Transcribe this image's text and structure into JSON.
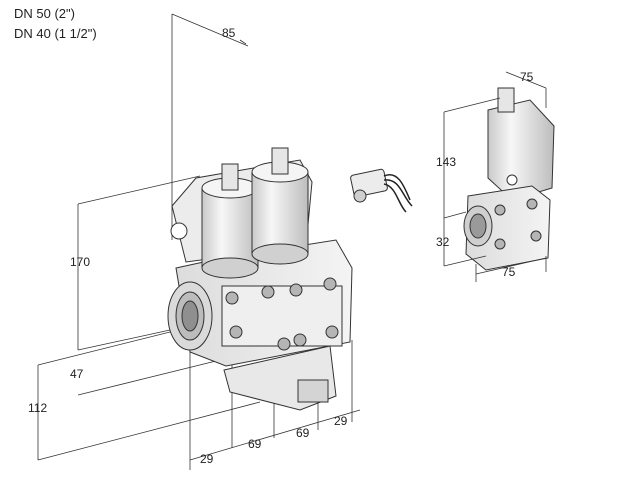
{
  "header": {
    "line1": "DN 50 (2\")",
    "line2": "DN 40 (1 1/2\")"
  },
  "dimensions": {
    "main_top_width": "85",
    "main_height": "170",
    "main_lower_height": "47",
    "main_total_height": "112",
    "main_bottom_29_left": "29",
    "main_bottom_69_a": "69",
    "main_bottom_69_b": "69",
    "main_bottom_29_right": "29",
    "small_top_width": "75",
    "small_height": "143",
    "small_lower_height": "32",
    "small_bottom_width": "75"
  },
  "colors": {
    "line": "#333333",
    "body_light": "#f2f2f2",
    "body_mid": "#d8d8d8",
    "body_dark": "#9a9a9a"
  }
}
